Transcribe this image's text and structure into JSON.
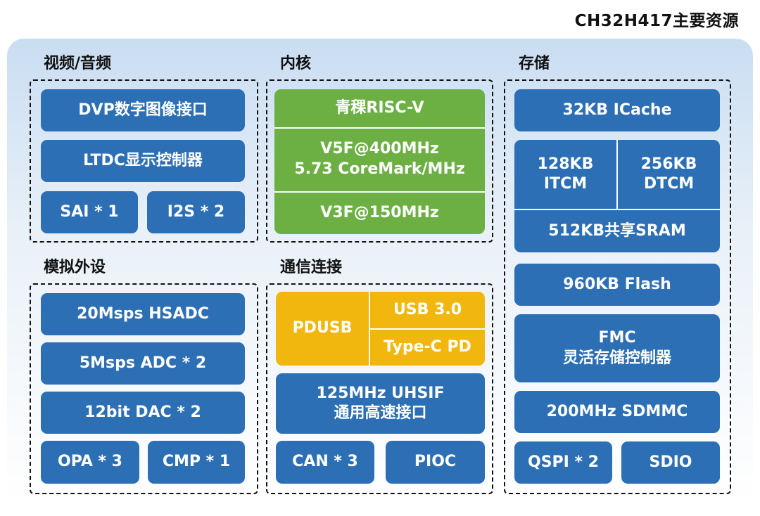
{
  "title": "CH32H417主要资源",
  "video": {
    "title": "视频/音频",
    "dvp": "DVP数字图像接口",
    "ltdc": "LTDC显示控制器",
    "sai": "SAI * 1",
    "i2s": "I2S * 2"
  },
  "core": {
    "title": "内核",
    "risc": "青稞RISC-V",
    "v5f_line1": "V5F@400MHz",
    "v5f_line2": "5.73 CoreMark/MHz",
    "v3f": "V3F@150MHz"
  },
  "analog": {
    "title": "模拟外设",
    "hsadc": "20Msps HSADC",
    "adc": "5Msps ADC * 2",
    "dac": "12bit DAC * 2",
    "opa": "OPA * 3",
    "cmp": "CMP * 1"
  },
  "comm": {
    "title": "通信连接",
    "pdusb": "PDUSB",
    "usb3": "USB 3.0",
    "typec": "Type-C PD",
    "uhsif_line1": "125MHz UHSIF",
    "uhsif_line2": "通用高速接口",
    "can": "CAN * 3",
    "pioc": "PIOC"
  },
  "storage": {
    "title": "存储",
    "icache": "32KB ICache",
    "itcm_line1": "128KB",
    "itcm_line2": "ITCM",
    "dtcm_line1": "256KB",
    "dtcm_line2": "DTCM",
    "sram": "512KB共享SRAM",
    "flash": "960KB Flash",
    "fmc_line1": "FMC",
    "fmc_line2": "灵活存储控制器",
    "sdmmc": "200MHz SDMMC",
    "qspi": "QSPI * 2",
    "sdio": "SDIO"
  },
  "colors": {
    "blue": "#2c6fb4",
    "green": "#6cb043",
    "yellow": "#f1b70f"
  }
}
